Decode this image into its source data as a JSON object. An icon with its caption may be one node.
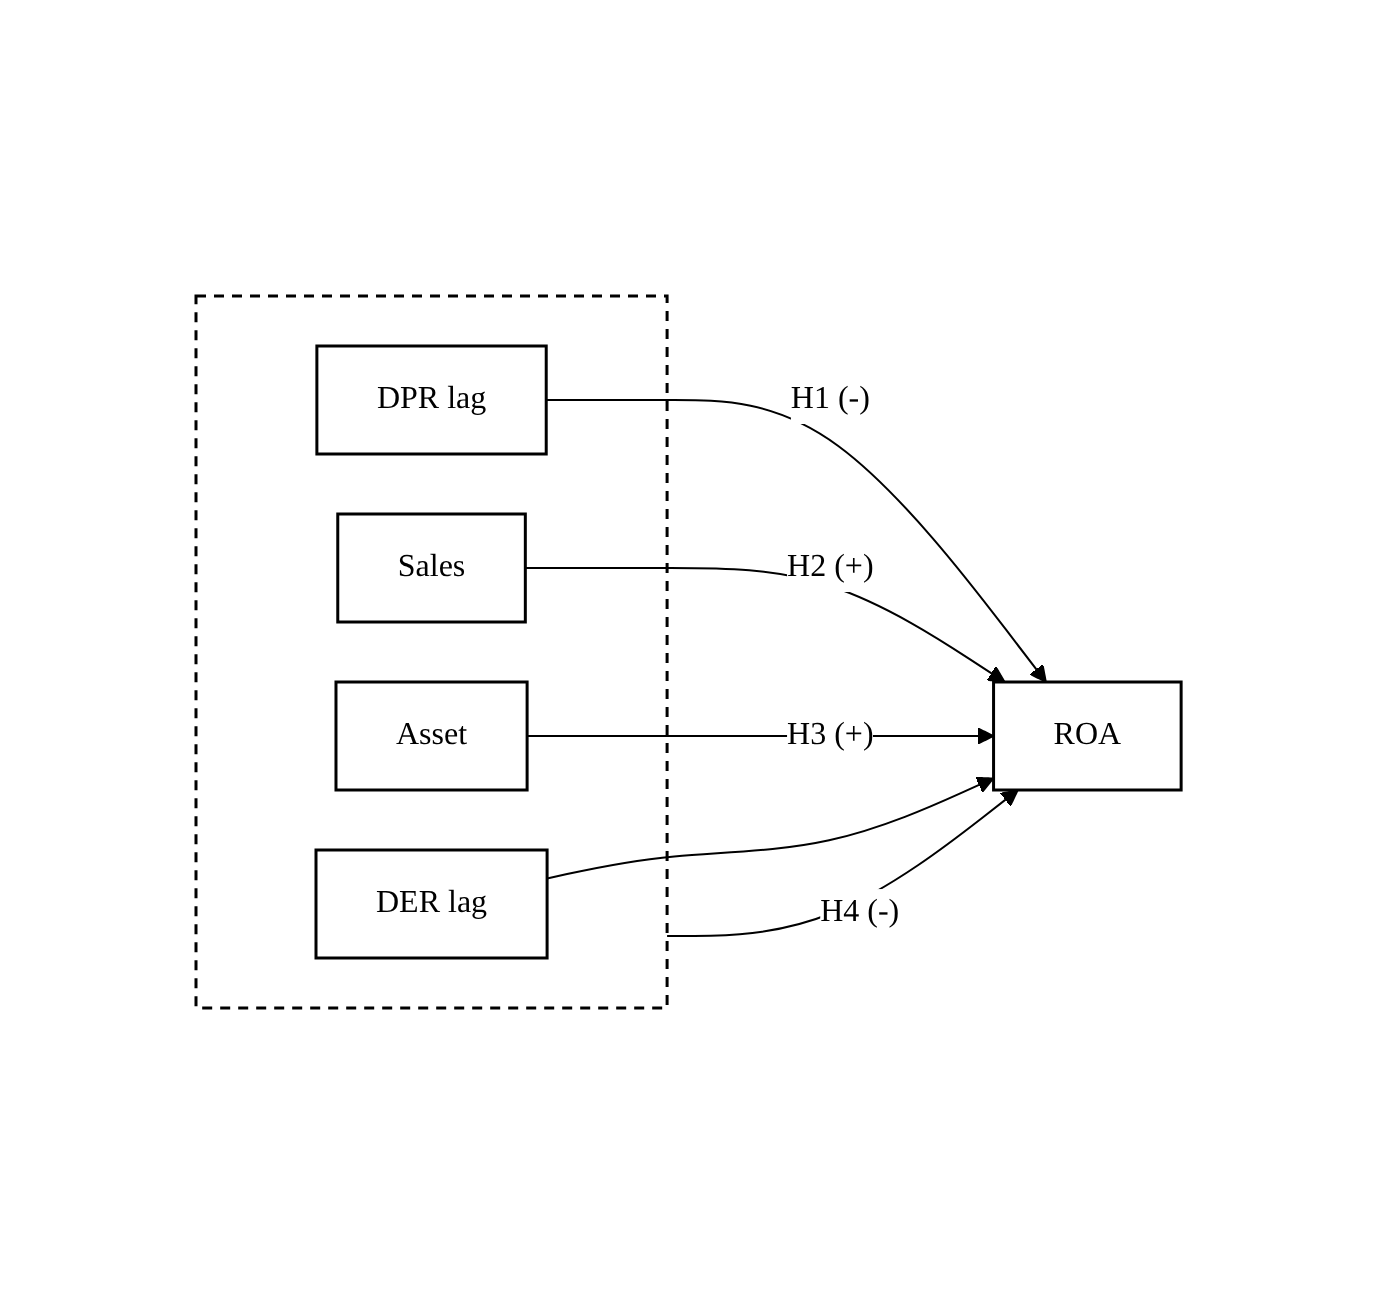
{
  "diagram": {
    "nodes": [
      {
        "text": [],
        "shape": "box"
      },
      {
        "text": [
          "DPR lag"
        ],
        "in": 0
      },
      {
        "text": [
          "Sales"
        ],
        "in": 0
      },
      {
        "text": [
          "Asset"
        ],
        "in": 0
      },
      {
        "text": [
          "DER lag"
        ],
        "in": 0
      },
      {
        "text": [
          "ROA"
        ]
      }
    ],
    "edges": [
      {
        "from": 1,
        "to": 5,
        "arrow": "to",
        "label": "H1 (-)"
      },
      {
        "from": 2,
        "to": 5,
        "arrow": "to",
        "label": "H2 (+)"
      },
      {
        "from": 3,
        "to": 5,
        "arrow": "to",
        "label": "H3 (+)"
      },
      {
        "from": 4,
        "to": 5,
        "arrow": "to"
      },
      {
        "from": 0,
        "to": 5,
        "arrow": "to",
        "label": "H4 (-)"
      }
    ]
  }
}
